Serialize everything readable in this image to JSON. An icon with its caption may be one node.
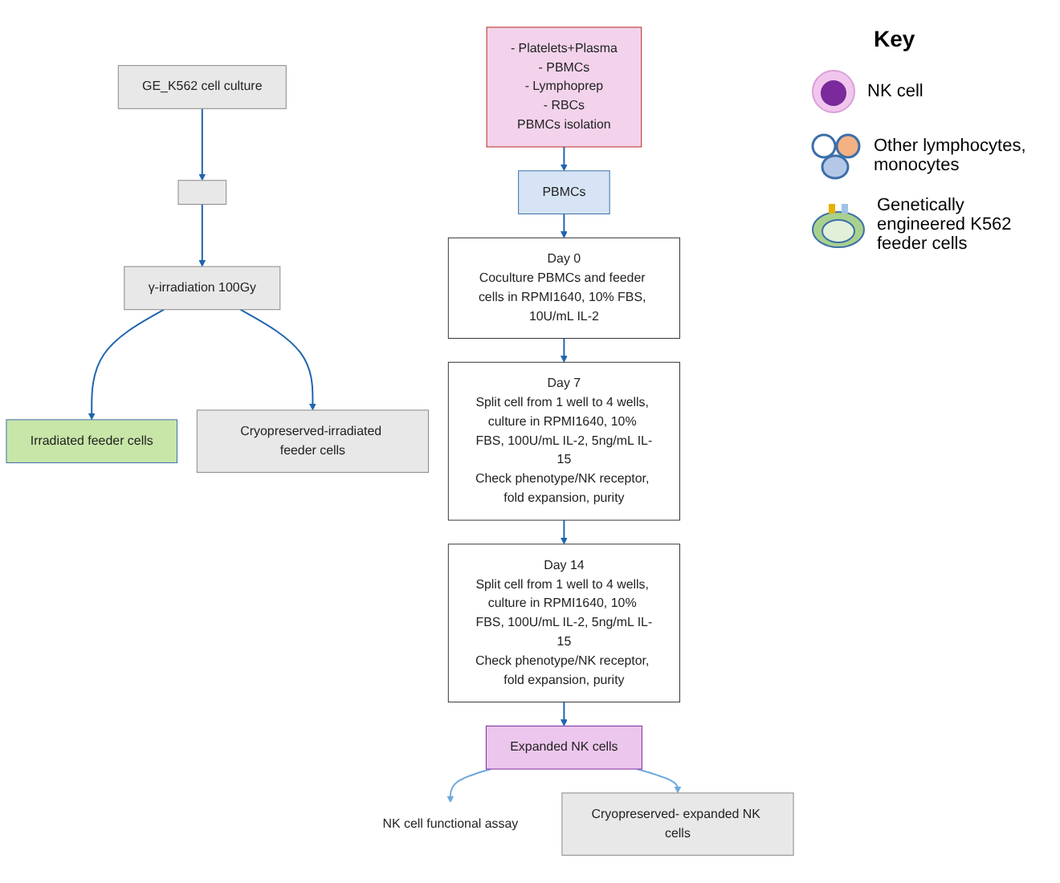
{
  "diagram": {
    "nodes": [
      {
        "text": [
          "- Platelets+Plasma",
          "- PBMCs",
          "- Lymphoprep",
          "- RBCs",
          "PBMCs isolation"
        ]
      },
      {
        "text": [
          "γ-irradiation 100Gy"
        ]
      },
      {
        "text": [],
        "shape": "box"
      },
      {
        "text": [
          "GE_K562 cell culture"
        ]
      },
      {
        "text": [
          "PBMCs"
        ]
      },
      {
        "text": [
          "Irradiated feeder cells"
        ]
      },
      {
        "text": [
          "Cryopreserved-irradiated feeder cells"
        ]
      },
      {
        "text": [
          "Day 0",
          "Coculture PBMCs and feeder cells in RPMI1640, 10% FBS, 10U/mL IL-2"
        ]
      },
      {
        "text": [
          "Day 7",
          "Split cell from 1 well to 4 wells, culture in RPMI1640, 10% FBS, 100U/mL IL-2, 5ng/mL IL-15",
          "Check phenotype/NK receptor, fold expansion, purity"
        ]
      },
      {
        "text": [
          "Day 14",
          "Split cell from 1 well to 4 wells, culture in RPMI1640, 10% FBS, 100U/mL IL-2, 5ng/mL IL-15",
          "Check phenotype/NK receptor, fold expansion, purity"
        ]
      },
      {
        "text": [
          "Expanded NK cells"
        ]
      },
      {
        "text": [
          "NK cell functional assay"
        ]
      },
      {
        "text": [
          "Cryopreserved- expanded NK cells"
        ]
      }
    ],
    "edges": [
      {
        "from": 3,
        "to": 2,
        "arrow": "to"
      },
      {
        "from": 2,
        "to": 1,
        "arrow": "to"
      },
      {
        "from": 1,
        "to": 5,
        "arrow": "to"
      },
      {
        "from": 1,
        "to": 6,
        "arrow": "to"
      },
      {
        "from": 0,
        "to": 4,
        "arrow": "to"
      },
      {
        "from": 4,
        "to": 7,
        "arrow": "to"
      },
      {
        "from": 7,
        "to": 8,
        "arrow": "to"
      },
      {
        "from": 8,
        "to": 9,
        "arrow": "to"
      },
      {
        "from": 9,
        "to": 10,
        "arrow": "to"
      },
      {
        "from": 10,
        "to": 11,
        "arrow": "to",
        "color": "#6fa8dc"
      },
      {
        "from": 10,
        "to": 12,
        "arrow": "to",
        "color": "#6fa8dc"
      }
    ],
    "labels": [
      "Key"
    ],
    "legend": [
      {
        "text": "NK cell"
      },
      {
        "text": "Other lymphocytes, monocytes"
      },
      {
        "text": "Genetically engineered K562 feeder cells"
      }
    ]
  }
}
